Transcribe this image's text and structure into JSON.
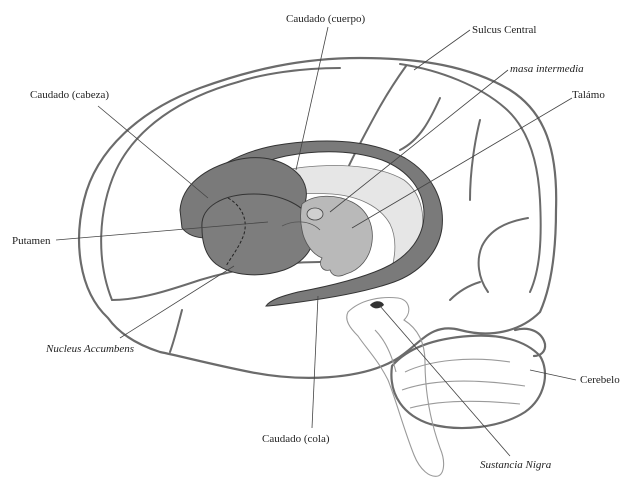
{
  "labels": {
    "caudado_cuerpo": "Caudado (cuerpo)",
    "sulcus_central": "Sulcus Central",
    "masa_intermedia": "masa intermedia",
    "caudado_cabeza": "Caudado (cabeza)",
    "talamo": "Talámo",
    "putamen": "Putamen",
    "nucleus_accumbens": "Nucleus Accumbens",
    "cerebelo": "Cerebelo",
    "caudado_cola": "Caudado (cola)",
    "sustancia_nigra": "Sustancia Nigra"
  },
  "colors": {
    "outline": "#6b6b6b",
    "caudate": "#7a7a7a",
    "thalamus": "#b9b9b9",
    "ventricle": "#e6e6e6",
    "text": "#222222"
  }
}
